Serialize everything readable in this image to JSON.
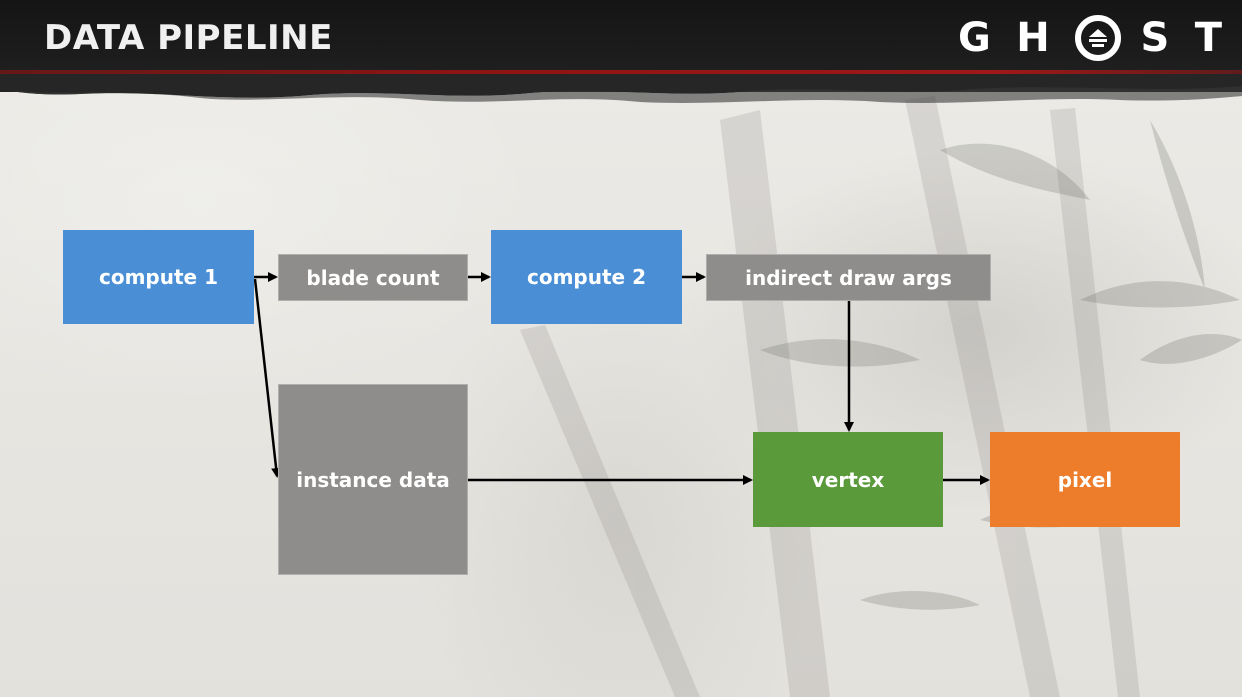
{
  "slide": {
    "title": "DATA PIPELINE"
  },
  "logo": {
    "letters": [
      "G",
      "H",
      "S",
      "T"
    ],
    "emblem": "ghost-emblem-icon"
  },
  "nodes": {
    "compute1": "compute 1",
    "blade_count": "blade count",
    "compute2": "compute 2",
    "indirect_draw_args": "indirect draw args",
    "instance_data": "instance data",
    "vertex": "vertex",
    "pixel": "pixel"
  },
  "edges": [
    [
      "compute 1",
      "blade count"
    ],
    [
      "compute 1",
      "instance data"
    ],
    [
      "blade count",
      "compute 2"
    ],
    [
      "compute 2",
      "indirect draw args"
    ],
    [
      "indirect draw args",
      "vertex"
    ],
    [
      "instance data",
      "vertex"
    ],
    [
      "vertex",
      "pixel"
    ]
  ],
  "colors": {
    "compute": "#4a8fd6",
    "buffer": "#8e8d8b",
    "vertex": "#5a9a3a",
    "pixel": "#ed7d2a",
    "header": "#151515",
    "accent_streak": "#a01818"
  }
}
